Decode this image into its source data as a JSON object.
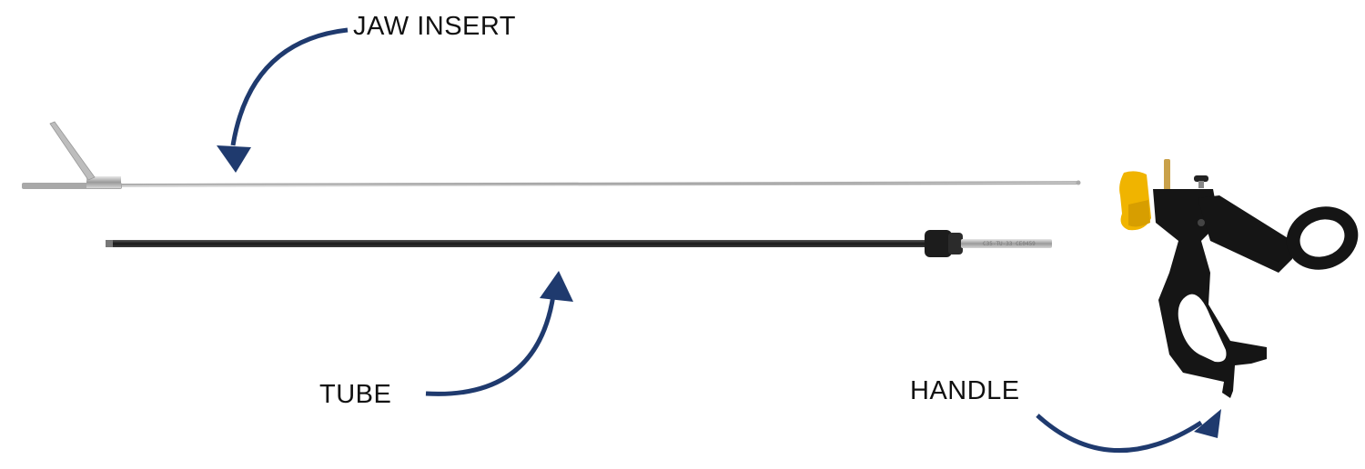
{
  "labels": {
    "jaw_insert": "JAW INSERT",
    "tube": "TUBE",
    "handle": "HANDLE"
  },
  "tube_marking": "C35-TU-33  CE0459",
  "colors": {
    "arrow": "#1f3a6e",
    "handle_body": "#151515",
    "knob": "#f0b400",
    "tube": "#2a2a2a",
    "metal": "#c9c9c9"
  }
}
